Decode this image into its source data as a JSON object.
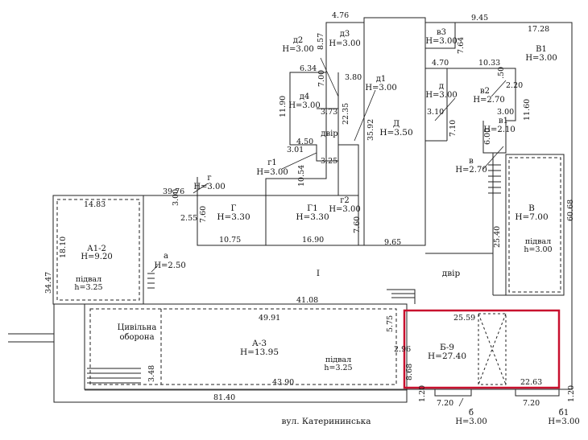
{
  "street": "вул. Катерининська",
  "yard_label": "двір",
  "courtyard_label": "I",
  "rooms": {
    "a12": {
      "name": "А1-2",
      "height": "Н=9.20",
      "basement": "підвал",
      "basement_h": "h=3.25"
    },
    "a3": {
      "name": "А-3",
      "height": "Н=13.95",
      "basement": "підвал",
      "basement_h": "h=3.25"
    },
    "b9": {
      "name": "Б-9",
      "height": "Н=27.40"
    },
    "v": {
      "name": "В",
      "height": "Н=7.00",
      "basement": "підвал",
      "basement_h": "h=3.00"
    },
    "v1": {
      "name": "В1",
      "height": "Н=3.00"
    },
    "g": {
      "name": "Г",
      "height": "Н=3.30"
    },
    "g1": {
      "name": "Г1",
      "height": "Н=3.30"
    },
    "d": {
      "name": "Д",
      "height": "Н=3.50"
    },
    "d1": {
      "name": "д1",
      "height": "Н=3.00"
    },
    "d2": {
      "name": "д2",
      "height": "Н=3.00"
    },
    "d3": {
      "name": "д3",
      "height": "Н=3.00"
    },
    "d4": {
      "name": "д4",
      "height": "Н=3.00"
    },
    "d_small": {
      "name": "д",
      "height": "Н=3.00"
    },
    "g_small": {
      "name": "г",
      "height": "Н=3.00"
    },
    "g_1": {
      "name": "г1",
      "height": "Н=3.00"
    },
    "g_2": {
      "name": "г2",
      "height": "Н=3.00"
    },
    "v_small": {
      "name": "в",
      "height": "Н=2.70"
    },
    "v_1": {
      "name": "в1",
      "height": "Н=2.10"
    },
    "v_2": {
      "name": "в2",
      "height": "Н=2.70"
    },
    "v_3": {
      "name": "в3",
      "height": "Н=3.00"
    },
    "a_small": {
      "name": "а",
      "height": "Н=2.50"
    },
    "b_small": {
      "name": "б",
      "height": "Н=3.00"
    },
    "b_1": {
      "name": "б1",
      "height": "Н=3.00"
    }
  },
  "civil_defense": [
    "Цивільна",
    "оборона"
  ],
  "inner_yard": "двір",
  "dims": {
    "d4_76": "4.76",
    "d9_45": "9.45",
    "d17_28": "17.28",
    "d8_57": "8.57",
    "d6_34": "6.34",
    "d7_00": "7.00",
    "d3_80": "3.80",
    "d7_64": "7.64",
    "d4_70": "4.70",
    "d10_33": "10.33",
    "d50": ".50",
    "d2_20": "2.20",
    "d11_90": "11.90",
    "d3_73": "3.73",
    "d22_35": "22.35",
    "d35_92": "35.92",
    "d3_10": "3.10",
    "d3_00": "3.00",
    "d11_60": "11.60",
    "d7_10": "7.10",
    "d6_00": "6.00",
    "d4_50": "4.50",
    "d3_01": "3.01",
    "d3_25": "3.25",
    "d10_54": "10.54",
    "d39_76": "39.76",
    "d14_83": "14.83",
    "d3_00b": "3.00",
    "d2_55": "2.55",
    "d7_60": "7.60",
    "d7_60b": "7.60",
    "d60_68": "60.68",
    "d10_75": "10.75",
    "d16_90": "16.90",
    "d9_65": "9.65",
    "d18_10": "18.10",
    "d25_40": "25.40",
    "d34_47": "34.47",
    "d41_08": "41.08",
    "d49_91": "49.91",
    "d25_59": "25.59",
    "d5_75": "5.75",
    "d2_96": "2.96",
    "d3_48": "3.48",
    "d43_90": "43.90",
    "d8_68": "8.68",
    "d22_63": "22.63",
    "d81_40": "81.40",
    "d1_20": "1.20",
    "d7_20": "7.20",
    "d7_20b": "7.20",
    "d1_20b": "1.20"
  },
  "door_label": "двір"
}
